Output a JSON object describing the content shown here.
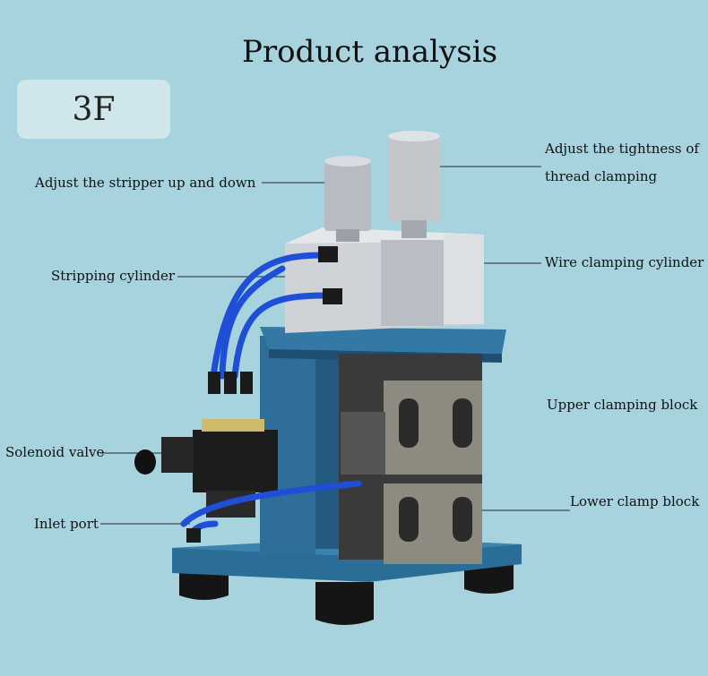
{
  "header": {
    "title": "Product analysis",
    "model_badge": "3F"
  },
  "labels": {
    "stripper_adjust": "Adjust the stripper up and down",
    "tightness_line1": "Adjust the tightness of",
    "tightness_line2": "thread clamping",
    "stripping_cylinder": "Stripping cylinder",
    "wire_clamping_cylinder": "Wire clamping cylinder",
    "upper_clamping_block": "Upper clamping block",
    "solenoid_valve": "Solenoid valve",
    "lower_clamp_block": "Lower clamp block",
    "inlet_port": "Inlet port"
  },
  "colors": {
    "background": "#a6d3dd",
    "machine_body": "#2d6f9a",
    "tubing": "#1f4fd6",
    "metal": "#c8cdd2",
    "rubber_feet": "#151515"
  }
}
